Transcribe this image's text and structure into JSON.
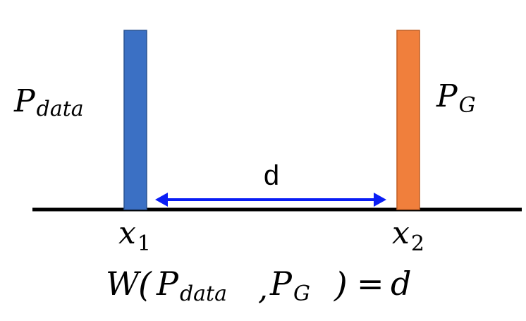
{
  "labels": {
    "left_bar_symbol": "P",
    "left_bar_subscript": "data",
    "right_bar_symbol": "P",
    "right_bar_subscript": "G",
    "distance": "d",
    "x1_symbol": "x",
    "x1_subscript": "1",
    "x2_symbol": "x",
    "x2_subscript": "2"
  },
  "equation": {
    "w": "W",
    "open_paren": "(",
    "p1": "P",
    "p1_sub": "data",
    "comma": ",",
    "p2": "P",
    "p2_sub": "G",
    "close_paren": ")",
    "equals": "=",
    "rhs": "d"
  },
  "colors": {
    "left_bar": "#3b70c4",
    "left_bar_stroke": "#2a5392",
    "right_bar": "#f07f3c",
    "right_bar_stroke": "#bf5e24",
    "arrow": "#0a1ef5",
    "axis": "#000000"
  }
}
